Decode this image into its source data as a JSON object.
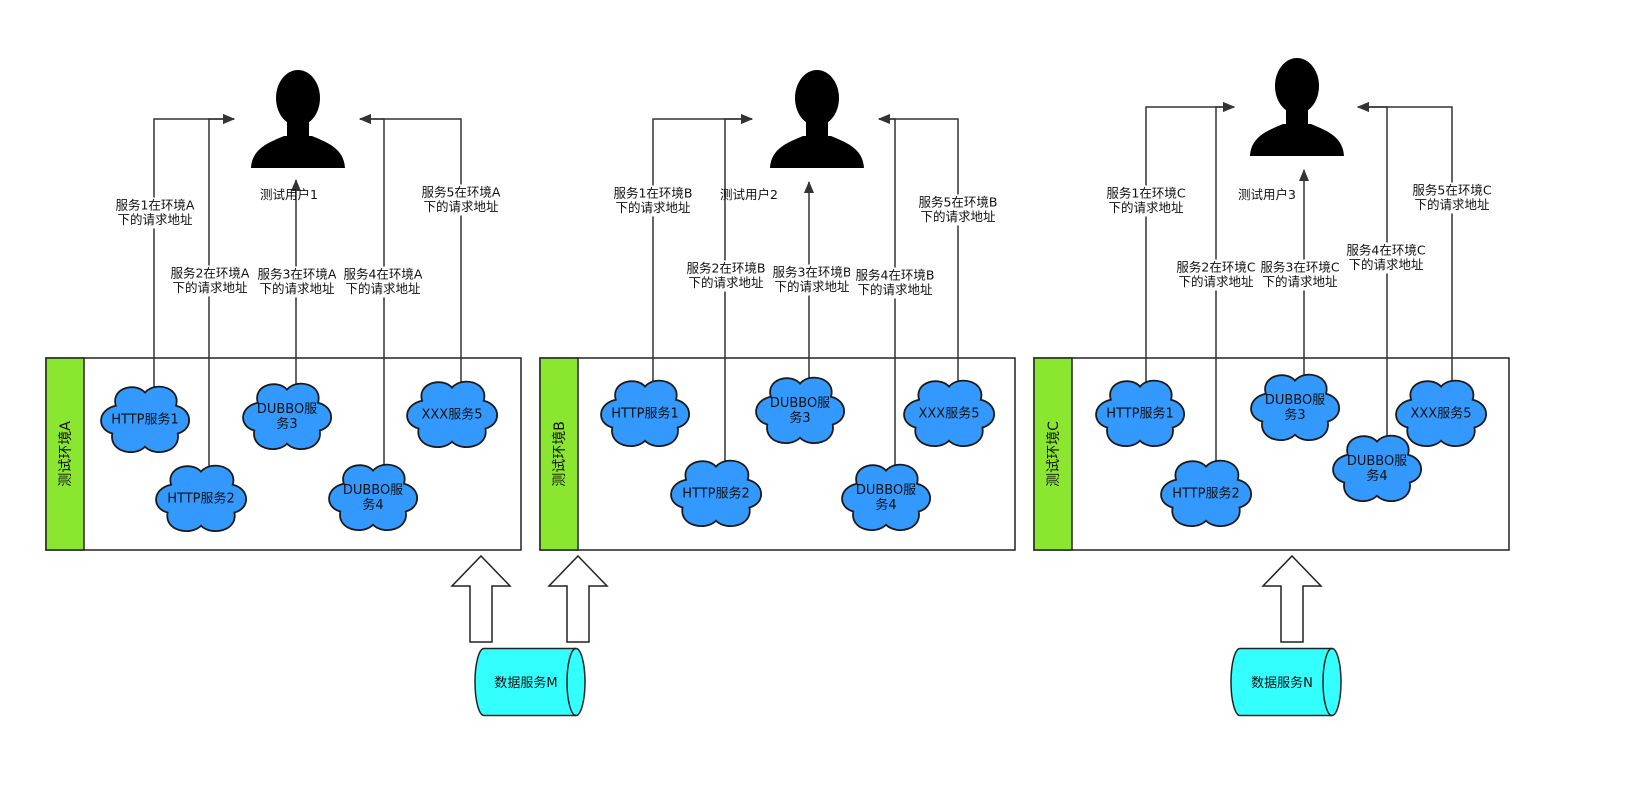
{
  "environments": [
    {
      "env_label": "测试环境A",
      "user_label": "测试用户1",
      "services": [
        {
          "label": [
            "HTTP服务1"
          ]
        },
        {
          "label": [
            "HTTP服务2"
          ]
        },
        {
          "label": [
            "DUBBO服",
            "务3"
          ]
        },
        {
          "label": [
            "DUBBO服",
            "务4"
          ]
        },
        {
          "label": [
            "XXX服务5"
          ]
        }
      ],
      "links": [
        {
          "label": [
            "服务1在环境A",
            "下的请求地址"
          ]
        },
        {
          "label": [
            "服务2在环境A",
            "下的请求地址"
          ]
        },
        {
          "label": [
            "服务3在环境A",
            "下的请求地址"
          ]
        },
        {
          "label": [
            "服务4在环境A",
            "下的请求地址"
          ]
        },
        {
          "label": [
            "服务5在环境A",
            "下的请求地址"
          ]
        }
      ]
    },
    {
      "env_label": "测试环境B",
      "user_label": "测试用户2",
      "services": [
        {
          "label": [
            "HTTP服务1"
          ]
        },
        {
          "label": [
            "HTTP服务2"
          ]
        },
        {
          "label": [
            "DUBBO服",
            "务3"
          ]
        },
        {
          "label": [
            "DUBBO服",
            "务4"
          ]
        },
        {
          "label": [
            "XXX服务5"
          ]
        }
      ],
      "links": [
        {
          "label": [
            "服务1在环境B",
            "下的请求地址"
          ]
        },
        {
          "label": [
            "服务2在环境B",
            "下的请求地址"
          ]
        },
        {
          "label": [
            "服务3在环境B",
            "下的请求地址"
          ]
        },
        {
          "label": [
            "服务4在环境B",
            "下的请求地址"
          ]
        },
        {
          "label": [
            "服务5在环境B",
            "下的请求地址"
          ]
        }
      ]
    },
    {
      "env_label": "测试环境C",
      "user_label": "测试用户3",
      "services": [
        {
          "label": [
            "HTTP服务1"
          ]
        },
        {
          "label": [
            "HTTP服务2"
          ]
        },
        {
          "label": [
            "DUBBO服",
            "务3"
          ]
        },
        {
          "label": [
            "DUBBO服",
            "务4"
          ]
        },
        {
          "label": [
            "XXX服务5"
          ]
        }
      ],
      "links": [
        {
          "label": [
            "服务1在环境C",
            "下的请求地址"
          ]
        },
        {
          "label": [
            "服务2在环境C",
            "下的请求地址"
          ]
        },
        {
          "label": [
            "服务3在环境C",
            "下的请求地址"
          ]
        },
        {
          "label": [
            "服务4在环境C",
            "下的请求地址"
          ]
        },
        {
          "label": [
            "服务5在环境C",
            "下的请求地址"
          ]
        }
      ]
    }
  ],
  "data_services": [
    {
      "label": "数据服务M"
    },
    {
      "label": "数据服务N"
    }
  ],
  "colors": {
    "env_sidebar": "#8ae62e",
    "cloud_fill": "#3399ff",
    "cloud_stroke": "#1a1a1a",
    "db_fill": "#33ffff",
    "line": "#333333",
    "user_silhouette": "#000000"
  }
}
